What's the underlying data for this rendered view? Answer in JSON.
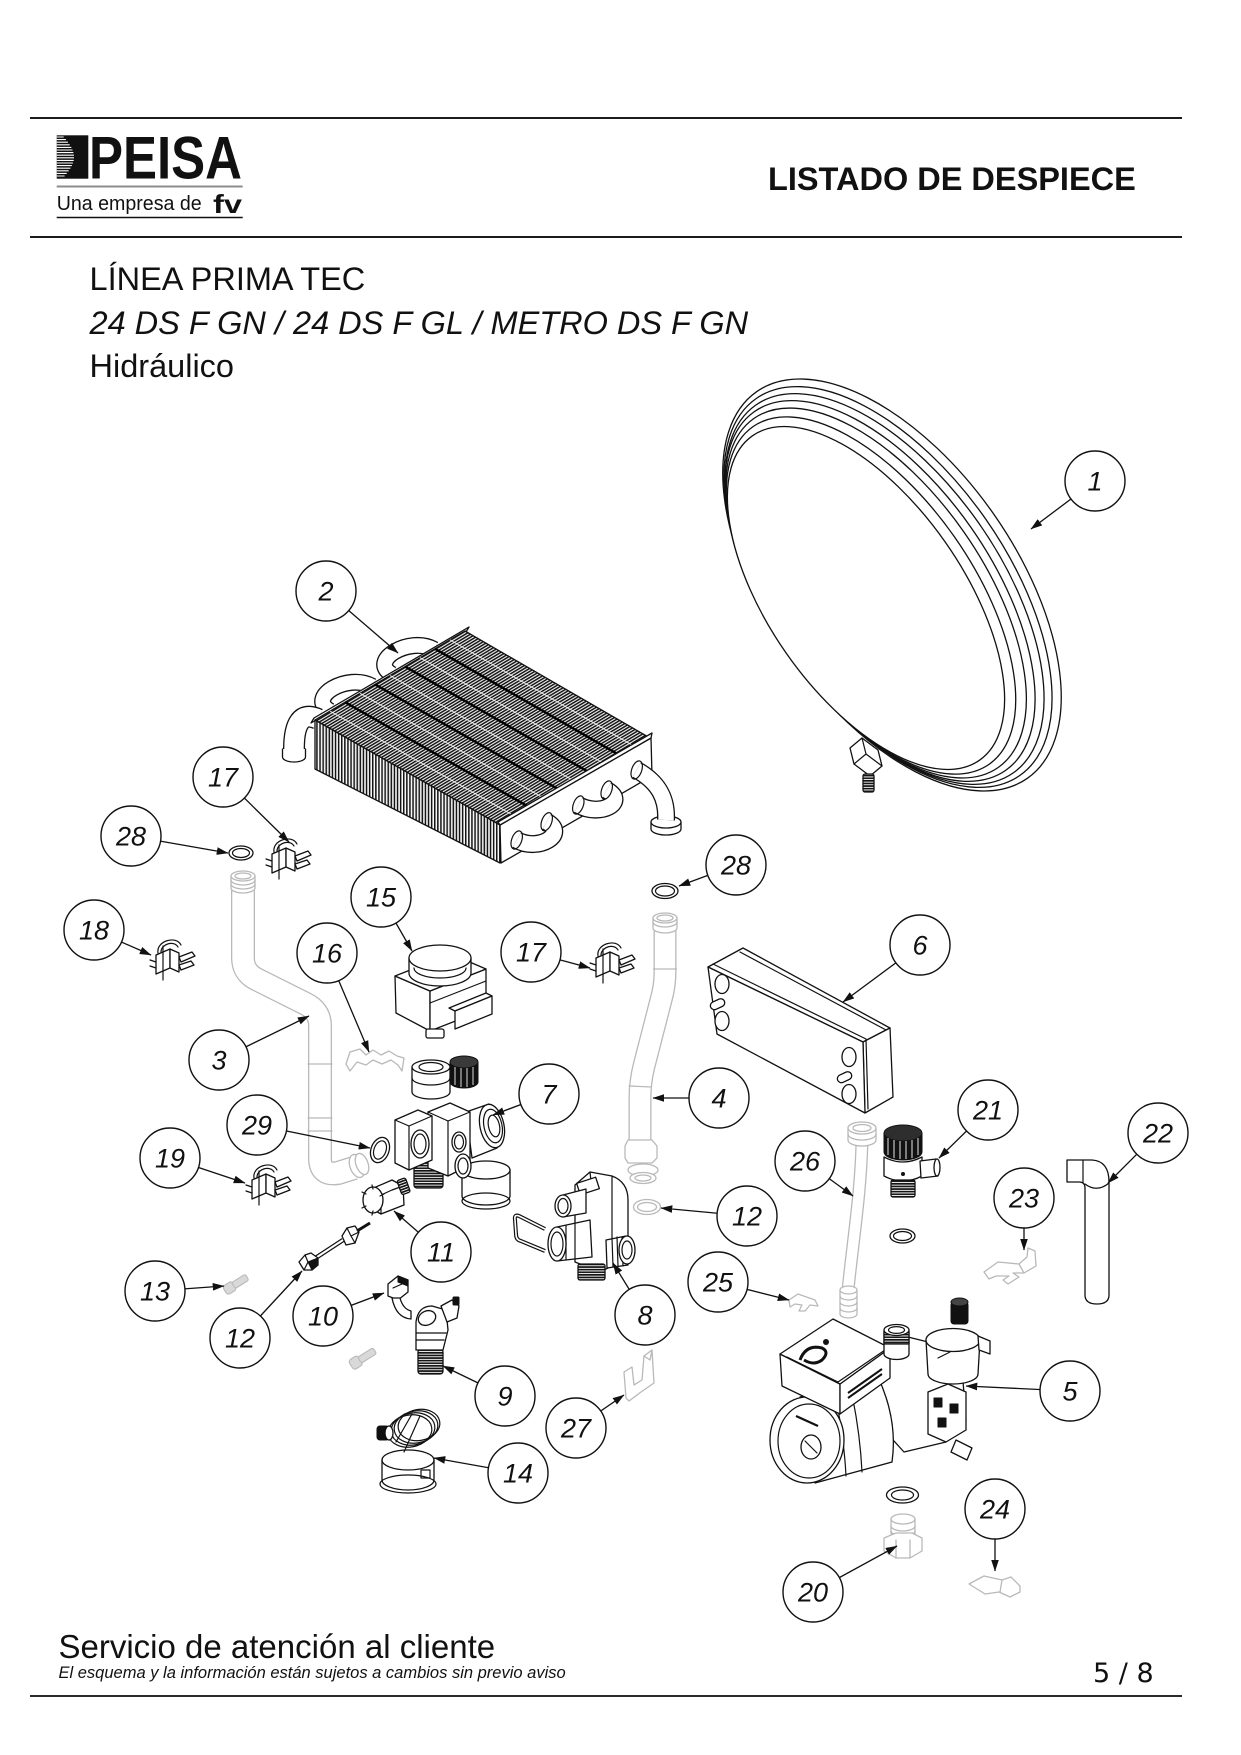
{
  "palette": {
    "ink": "#111111",
    "ghost": "#b9b9b9"
  },
  "header": {
    "logo": {
      "brand": "PEISA",
      "tagline": "Una empresa de",
      "parent_mark": "fv"
    },
    "title": "LISTADO DE DESPIECE"
  },
  "product": {
    "line": "LÍNEA PRIMA TEC",
    "models": "24 DS F GN / 24 DS F GL / METRO DS F GN",
    "section": "Hidráulico"
  },
  "diagram": {
    "callouts": [
      {
        "label": "1"
      },
      {
        "label": "2"
      },
      {
        "label": "17"
      },
      {
        "label": "28"
      },
      {
        "label": "28"
      },
      {
        "label": "15"
      },
      {
        "label": "18"
      },
      {
        "label": "16"
      },
      {
        "label": "17"
      },
      {
        "label": "6"
      },
      {
        "label": "3"
      },
      {
        "label": "7"
      },
      {
        "label": "4"
      },
      {
        "label": "21"
      },
      {
        "label": "22"
      },
      {
        "label": "29"
      },
      {
        "label": "19"
      },
      {
        "label": "26"
      },
      {
        "label": "23"
      },
      {
        "label": "12"
      },
      {
        "label": "11"
      },
      {
        "label": "25"
      },
      {
        "label": "13"
      },
      {
        "label": "8"
      },
      {
        "label": "10"
      },
      {
        "label": "12"
      },
      {
        "label": "9"
      },
      {
        "label": "5"
      },
      {
        "label": "27"
      },
      {
        "label": "14"
      },
      {
        "label": "24"
      },
      {
        "label": "20"
      }
    ]
  },
  "footer": {
    "service": "Servicio de atención al cliente",
    "disclaimer": "El esquema y la información están sujetos a cambios sin previo aviso",
    "page": "5 / 8"
  }
}
